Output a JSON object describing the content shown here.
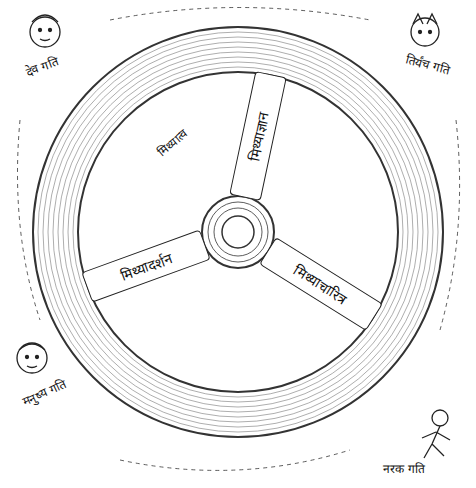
{
  "diagram": {
    "nodes": [
      {
        "text": [
          "मिथ्याज्ञान"
        ]
      },
      {
        "text": [
          "मिथ्यादर्शन"
        ]
      },
      {
        "text": [
          "मिथ्याचारित्र"
        ]
      }
    ],
    "labels": [
      "देव गति",
      "तिर्यंच गति",
      "मिथ्यात्व",
      "मनुष्य गति",
      "नरक गति"
    ]
  }
}
